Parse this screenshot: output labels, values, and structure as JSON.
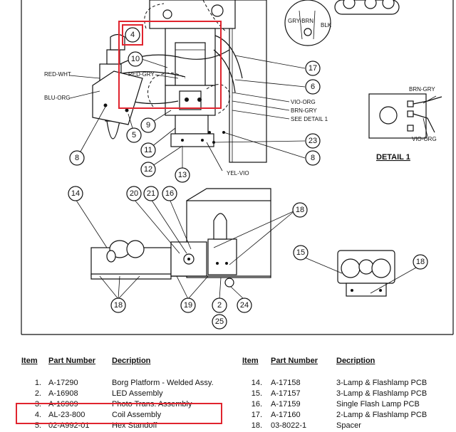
{
  "diagram": {
    "wire_labels": {
      "red_wht": "RED-WHT",
      "blu_org": "BLU-ORG",
      "red_gry": "RED-GRY",
      "vio_org": "VIO-ORG",
      "brn_gry": "BRN-GRY",
      "see_detail": "SEE DETAIL 1",
      "yel_vio": "YEL-VIO",
      "gry_brn": "GRY-BRN",
      "blk": "BLK",
      "detail_brn_gry": "BRN-GRY",
      "detail_vio_org": "VIO-ORG"
    },
    "detail_title": "DETAIL 1",
    "callouts": {
      "c4": "4",
      "c10": "10",
      "c17": "17",
      "c6": "6",
      "c9": "9",
      "c5": "5",
      "c8a": "8",
      "c11": "11",
      "c12": "12",
      "c13": "13",
      "c23": "23",
      "c8b": "8",
      "c14": "14",
      "c20": "20",
      "c21": "21",
      "c16": "16",
      "c18a": "18",
      "c15": "15",
      "c18b": "18",
      "c18c": "18",
      "c19": "19",
      "c2": "2",
      "c24": "24",
      "c25": "25"
    },
    "highlight_color": "#e0242e"
  },
  "parts_list": {
    "headers": {
      "item": "Item",
      "part_number": "Part Number",
      "description": "Decription"
    },
    "left": [
      {
        "item": "1.",
        "part_number": "A-17290",
        "description": "Borg Platform - Welded Assy."
      },
      {
        "item": "2.",
        "part_number": "A-16908",
        "description": "LED Assembly"
      },
      {
        "item": "3.",
        "part_number": "A-16909",
        "description": "Photo Trans. Assembly"
      },
      {
        "item": "4.",
        "part_number": "AL-23-800",
        "description": "Coil Assembly"
      },
      {
        "item": "5.",
        "part_number": "02-A992-01",
        "description": "Hex Standoff"
      }
    ],
    "right": [
      {
        "item": "14.",
        "part_number": "A-17158",
        "description": "3-Lamp & Flashlamp PCB"
      },
      {
        "item": "15.",
        "part_number": "A-17157",
        "description": "3-Lamp & Flashlamp PCB"
      },
      {
        "item": "16.",
        "part_number": "A-17159",
        "description": "Single Flash Lamp PCB"
      },
      {
        "item": "17.",
        "part_number": "A-17160",
        "description": "2-Lamp & Flashlamp PCB"
      },
      {
        "item": "18.",
        "part_number": "03-8022-1",
        "description": "Spacer"
      }
    ]
  }
}
